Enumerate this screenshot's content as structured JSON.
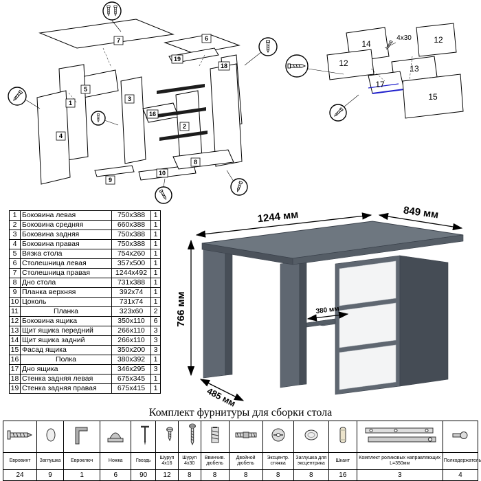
{
  "title": "Комплект фурнитуры для сборки стола",
  "parts": {
    "rows": [
      {
        "num": "1",
        "name": "Боковина левая",
        "size": "750x388",
        "qty": "1"
      },
      {
        "num": "2",
        "name": "Боковина средняя",
        "size": "660x388",
        "qty": "1"
      },
      {
        "num": "3",
        "name": "Боковина задняя",
        "size": "750x388",
        "qty": "1"
      },
      {
        "num": "4",
        "name": "Боковина правая",
        "size": "750x388",
        "qty": "1"
      },
      {
        "num": "5",
        "name": "Вязка стола",
        "size": "754x260",
        "qty": "1"
      },
      {
        "num": "6",
        "name": "Столешница левая",
        "size": "357x500",
        "qty": "1"
      },
      {
        "num": "7",
        "name": "Столешница правая",
        "size": "1244x492",
        "qty": "1"
      },
      {
        "num": "8",
        "name": "Дно стола",
        "size": "731x388",
        "qty": "1"
      },
      {
        "num": "9",
        "name": "Планка верхняя",
        "size": "392x74",
        "qty": "1"
      },
      {
        "num": "10",
        "name": "Цоколь",
        "size": "731x74",
        "qty": "1"
      },
      {
        "num": "11",
        "name": "Планка",
        "size": "323x60",
        "qty": "2"
      },
      {
        "num": "12",
        "name": "Боковина ящика",
        "size": "350x110",
        "qty": "6"
      },
      {
        "num": "13",
        "name": "Щит ящика передний",
        "size": "266x110",
        "qty": "3"
      },
      {
        "num": "14",
        "name": "Щит ящика задний",
        "size": "266x110",
        "qty": "3"
      },
      {
        "num": "15",
        "name": "Фасад ящика",
        "size": "350x200",
        "qty": "3"
      },
      {
        "num": "16",
        "name": "Полка",
        "size": "380x392",
        "qty": "1"
      },
      {
        "num": "17",
        "name": "Дно ящика",
        "size": "346x295",
        "qty": "3"
      },
      {
        "num": "18",
        "name": "Стенка задняя левая",
        "size": "675x345",
        "qty": "1"
      },
      {
        "num": "19",
        "name": "Стенка задняя правая",
        "size": "675x415",
        "qty": "1"
      }
    ]
  },
  "desk": {
    "dim_width": "1244 мм",
    "dim_depth": "849 мм",
    "dim_height": "766 мм",
    "dim_front": "485 мм",
    "dim_shelf": "380 мм"
  },
  "diagram_left": {
    "labels": [
      "7",
      "6",
      "19",
      "18",
      "5",
      "1",
      "4",
      "3",
      "16",
      "2",
      "9",
      "10",
      "8"
    ]
  },
  "diagram_right": {
    "labels": [
      "14",
      "12",
      "12",
      "13",
      "17",
      "15"
    ],
    "screw_note": "4x30"
  },
  "hardware": {
    "items": [
      {
        "icon": "confirmat-screw-icon",
        "name": "Евровинт",
        "qty": "24"
      },
      {
        "icon": "plug-icon",
        "name": "Заглушка",
        "qty": "9"
      },
      {
        "icon": "hex-key-icon",
        "name": "Евроключ",
        "qty": "1"
      },
      {
        "icon": "leg-icon",
        "name": "Ножка",
        "qty": "6"
      },
      {
        "icon": "nail-icon",
        "name": "Гвоздь",
        "qty": "90"
      },
      {
        "icon": "screw-4x16-icon",
        "name": "Шуруп 4x16",
        "qty": "12"
      },
      {
        "icon": "screw-4x30-icon",
        "name": "Шуруп 4x30",
        "qty": "8"
      },
      {
        "icon": "screw-in-dowel-icon",
        "name": "Ввинчив. дюбель",
        "qty": "8"
      },
      {
        "icon": "double-dowel-icon",
        "name": "Двойной дюбель",
        "qty": "8"
      },
      {
        "icon": "cam-lock-icon",
        "name": "Эксцентр. стяжка",
        "qty": "8"
      },
      {
        "icon": "cam-cover-icon",
        "name": "Заглушка для эксцентрика",
        "qty": "8"
      },
      {
        "icon": "wood-dowel-icon",
        "name": "Шкант",
        "qty": "16"
      },
      {
        "icon": "roller-guides-icon",
        "name": "Комплект роликовых направляющих L=350мм",
        "qty": "3"
      },
      {
        "icon": "shelf-support-icon",
        "name": "Полкодержатель",
        "qty": "4"
      }
    ]
  }
}
